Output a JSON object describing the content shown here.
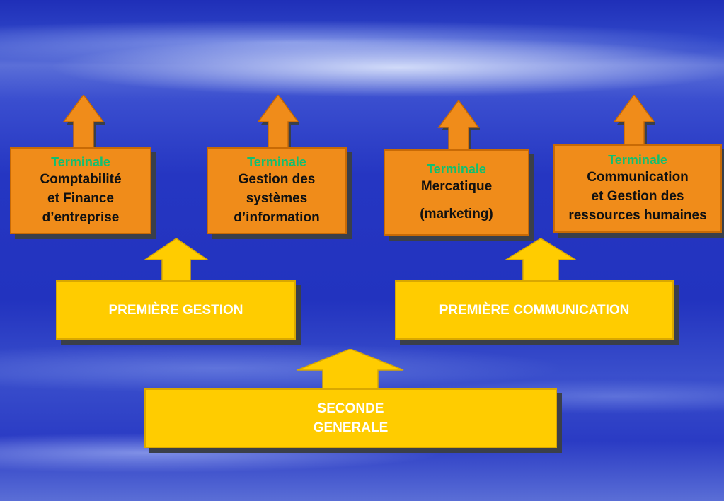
{
  "colors": {
    "orange": "#f08c1a",
    "yellow": "#ffcc00",
    "green_text": "#10c070",
    "shadow": "#3a3f4a"
  },
  "terminales": [
    {
      "label": "Terminale",
      "lines": [
        "Comptabilité",
        "et Finance",
        "d’entreprise"
      ]
    },
    {
      "label": "Terminale",
      "lines": [
        "Gestion des",
        "systèmes",
        "d’information"
      ]
    },
    {
      "label": "Terminale",
      "lines": [
        "Mercatique",
        "(marketing)"
      ]
    },
    {
      "label": "Terminale",
      "lines": [
        "Communication",
        "et Gestion des",
        "ressources humaines"
      ]
    }
  ],
  "premieres": [
    {
      "label": "PREMIÈRE  GESTION"
    },
    {
      "label": "PREMIÈRE  COMMUNICATION"
    }
  ],
  "seconde": {
    "lines": [
      "SECONDE",
      "GENERALE"
    ]
  }
}
